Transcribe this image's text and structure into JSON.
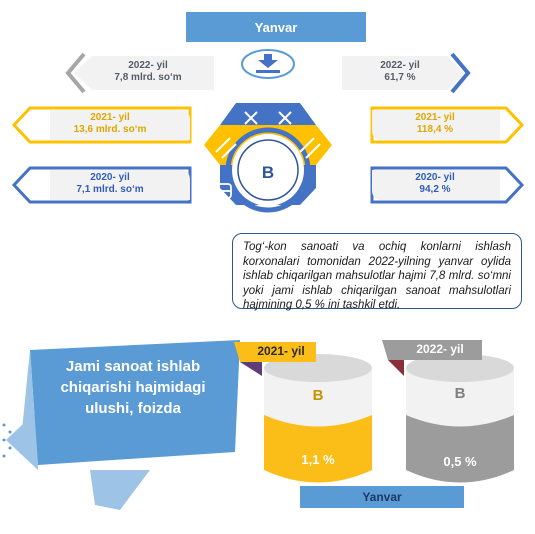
{
  "header": {
    "title": "Yanvar"
  },
  "left_rows": [
    {
      "year": "2022- yil",
      "value": "7,8 mlrd. so‘m"
    },
    {
      "year": "2021- yil",
      "value": "13,6 mlrd. so‘m"
    },
    {
      "year": "2020- yil",
      "value": "7,1 mlrd. so‘m"
    }
  ],
  "right_rows": [
    {
      "year": "2022- yil",
      "value": "61,7 %"
    },
    {
      "year": "2021- yil",
      "value": "118,4 %"
    },
    {
      "year": "2020- yil",
      "value": "94,2 %"
    }
  ],
  "center": {
    "letter": "B"
  },
  "description": "Tog‘-kon sanoati va ochiq konlarni ishlash korxonalari tomonidan 2022-yilning yanvar oylida ishlab chiqarilgan mahsulotlar hajmi 7,8 mlrd. so‘mni yoki jami ishlab chiqarilgan sanoat mahsulotlari hajmining  0,5 % ini tashkil etdi.",
  "ribbon": {
    "title": "Jami sanoat ishlab chiqarishi hajmidagi ulushi, foizda"
  },
  "cylinders": [
    {
      "year": "2021- yil",
      "letter": "B",
      "value": "1,1 %",
      "color": "#fbbd18"
    },
    {
      "year": "2022- yil",
      "letter": "B",
      "value": "0,5 %",
      "color": "#9c9c9c"
    }
  ],
  "footer": {
    "label": "Yanvar"
  },
  "colors": {
    "blue": "#4472c4",
    "light_blue": "#5b9bd5",
    "yellow": "#ffc000",
    "gray": "#a6a6a6"
  },
  "icons": [
    "download-icon",
    "mining-icon",
    "explosive-icon",
    "cart-icon"
  ]
}
